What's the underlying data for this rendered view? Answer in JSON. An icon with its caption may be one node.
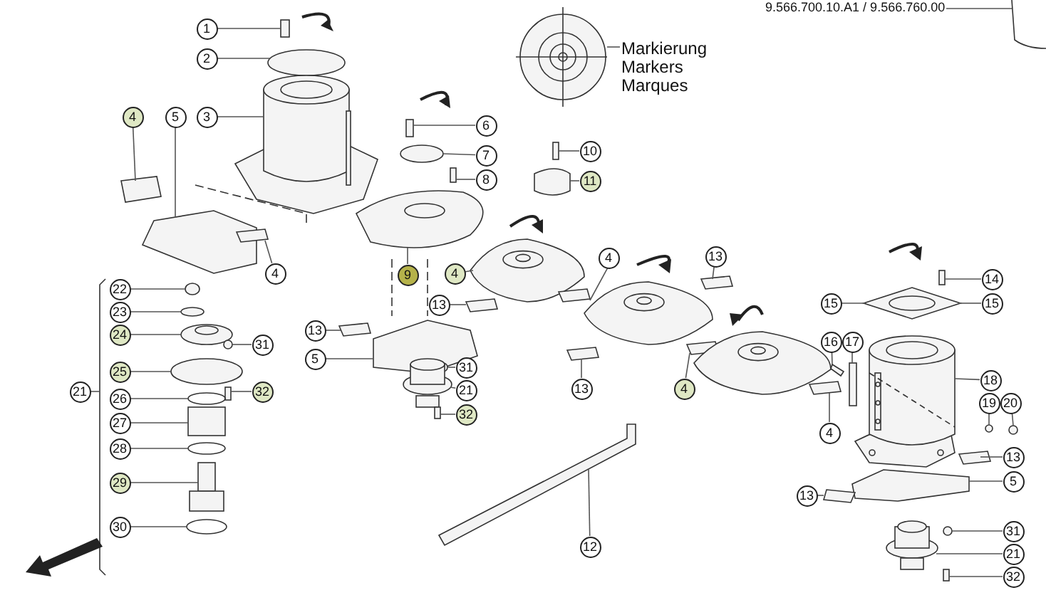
{
  "diagram": {
    "nodes": [
      {
        "text": [
          "1"
        ]
      },
      {
        "text": [
          "2"
        ]
      },
      {
        "text": [
          "3"
        ]
      },
      {
        "text": [
          "4"
        ]
      },
      {
        "text": [
          "5"
        ]
      },
      {
        "text": [
          "6"
        ]
      },
      {
        "text": [
          "7"
        ]
      },
      {
        "text": [
          "8"
        ]
      },
      {
        "text": [
          "10"
        ]
      },
      {
        "text": [
          "11"
        ]
      },
      {
        "text": [
          "4"
        ]
      },
      {
        "text": [
          "9"
        ]
      },
      {
        "text": [
          "4"
        ]
      },
      {
        "text": [
          "4"
        ]
      },
      {
        "text": [
          "13"
        ]
      },
      {
        "text": [
          "14"
        ]
      },
      {
        "text": [
          "15"
        ]
      },
      {
        "text": [
          "15"
        ]
      },
      {
        "text": [
          "22"
        ]
      },
      {
        "text": [
          "23"
        ]
      },
      {
        "text": [
          "24"
        ]
      },
      {
        "text": [
          "13"
        ]
      },
      {
        "text": [
          "13"
        ]
      },
      {
        "text": [
          "16"
        ]
      },
      {
        "text": [
          "17"
        ]
      },
      {
        "text": [
          "31"
        ]
      },
      {
        "text": [
          "5"
        ]
      },
      {
        "text": [
          "31"
        ]
      },
      {
        "text": [
          "25"
        ]
      },
      {
        "text": [
          "18"
        ]
      },
      {
        "text": [
          "13"
        ]
      },
      {
        "text": [
          "4"
        ]
      },
      {
        "text": [
          "21"
        ]
      },
      {
        "text": [
          "32"
        ]
      },
      {
        "text": [
          "21"
        ]
      },
      {
        "text": [
          "26"
        ]
      },
      {
        "text": [
          "19"
        ]
      },
      {
        "text": [
          "20"
        ]
      },
      {
        "text": [
          "32"
        ]
      },
      {
        "text": [
          "27"
        ]
      },
      {
        "text": [
          "4"
        ]
      },
      {
        "text": [
          "28"
        ]
      },
      {
        "text": [
          "13"
        ]
      },
      {
        "text": [
          "5"
        ]
      },
      {
        "text": [
          "29"
        ]
      },
      {
        "text": [
          "13"
        ]
      },
      {
        "text": [
          "30"
        ]
      },
      {
        "text": [
          "31"
        ]
      },
      {
        "text": [
          "12"
        ]
      },
      {
        "text": [
          "21"
        ]
      },
      {
        "text": [
          "32"
        ]
      },
      {
        "text": [
          "Markierung",
          "Markers",
          "Marques"
        ]
      },
      {
        "text": [
          "9.566.700.10.A1 / 9.566.760.00"
        ]
      },
      {
        "text": [],
        "shape": "box"
      },
      {
        "text": [],
        "shape": "circle"
      },
      {
        "text": [],
        "shape": "picture"
      },
      {
        "text": [],
        "shape": "picture"
      },
      {
        "text": [],
        "shape": "picture"
      },
      {
        "text": [],
        "shape": "picture"
      },
      {
        "text": [],
        "shape": "box"
      },
      {
        "text": [],
        "shape": "circle"
      },
      {
        "text": [],
        "shape": "box"
      },
      {
        "text": [],
        "shape": "picture"
      },
      {
        "text": [],
        "shape": "box"
      },
      {
        "text": [],
        "shape": "picture"
      },
      {
        "text": [],
        "shape": "picture"
      },
      {
        "text": [],
        "shape": "picture"
      },
      {
        "text": [],
        "shape": "picture"
      },
      {
        "text": [],
        "shape": "box"
      },
      {
        "text": [],
        "shape": "picture"
      },
      {
        "text": [],
        "shape": "circle"
      },
      {
        "text": [],
        "shape": "circle"
      },
      {
        "text": [],
        "shape": "picture"
      },
      {
        "text": [],
        "shape": "picture"
      },
      {
        "text": [],
        "shape": "picture"
      },
      {
        "text": [],
        "shape": "picture"
      },
      {
        "text": [],
        "shape": "box"
      },
      {
        "text": [],
        "shape": "circle"
      },
      {
        "text": [],
        "shape": "picture"
      },
      {
        "text": [],
        "shape": "circle"
      },
      {
        "text": [],
        "shape": "circle"
      },
      {
        "text": [],
        "shape": "picture"
      },
      {
        "text": [],
        "shape": "picture"
      },
      {
        "text": [],
        "shape": "picture"
      },
      {
        "text": [],
        "shape": "box"
      },
      {
        "text": [],
        "shape": "picture"
      },
      {
        "text": [],
        "shape": "circle"
      },
      {
        "text": [],
        "shape": "circle"
      },
      {
        "text": [],
        "shape": "circle"
      },
      {
        "text": [],
        "shape": "box"
      },
      {
        "text": [],
        "shape": "box"
      },
      {
        "text": [],
        "shape": "picture"
      },
      {
        "text": [],
        "shape": "circle"
      },
      {
        "text": [],
        "shape": "picture"
      },
      {
        "text": [],
        "shape": "picture"
      },
      {
        "text": [],
        "shape": "picture"
      },
      {
        "text": [],
        "shape": "picture"
      },
      {
        "text": [],
        "shape": "circle"
      },
      {
        "text": [],
        "shape": "circle"
      },
      {
        "text": [],
        "shape": "picture"
      },
      {
        "text": [],
        "shape": "picture"
      },
      {
        "text": [],
        "shape": "box"
      },
      {
        "text": [],
        "shape": "picture"
      },
      {
        "text": [],
        "shape": "picture"
      },
      {
        "text": [],
        "shape": "picture"
      },
      {
        "text": [],
        "shape": "picture"
      },
      {
        "text": [],
        "shape": "bracket"
      }
    ],
    "edges": [
      {
        "from": 0,
        "to": 53,
        "arrow": "none"
      },
      {
        "from": 1,
        "to": 54,
        "arrow": "none"
      },
      {
        "from": 2,
        "to": 55,
        "arrow": "none"
      },
      {
        "from": 3,
        "to": 56,
        "arrow": "none"
      },
      {
        "from": 4,
        "to": 57,
        "arrow": "none"
      },
      {
        "from": 5,
        "to": 59,
        "arrow": "none"
      },
      {
        "from": 6,
        "to": 60,
        "arrow": "none"
      },
      {
        "from": 7,
        "to": 61,
        "arrow": "none"
      },
      {
        "from": 8,
        "to": 63,
        "arrow": "none"
      },
      {
        "from": 9,
        "to": 64,
        "arrow": "none"
      },
      {
        "from": 10,
        "to": 58,
        "arrow": "none"
      },
      {
        "from": 11,
        "to": 62,
        "arrow": "none"
      },
      {
        "from": 12,
        "to": 65,
        "arrow": "none"
      },
      {
        "from": 13,
        "to": 66,
        "arrow": "none"
      },
      {
        "from": 14,
        "to": 67,
        "arrow": "none"
      },
      {
        "from": 15,
        "to": 68,
        "arrow": "none"
      },
      {
        "from": 16,
        "to": 69,
        "arrow": "none"
      },
      {
        "from": 17,
        "to": 69,
        "arrow": "none"
      },
      {
        "from": 18,
        "to": 70,
        "arrow": "none"
      },
      {
        "from": 19,
        "to": 71,
        "arrow": "none"
      },
      {
        "from": 20,
        "to": 72,
        "arrow": "none"
      },
      {
        "from": 21,
        "to": 73,
        "arrow": "none"
      },
      {
        "from": 22,
        "to": 74,
        "arrow": "none"
      },
      {
        "from": 23,
        "to": 75,
        "arrow": "none"
      },
      {
        "from": 24,
        "to": 76,
        "arrow": "none"
      },
      {
        "from": 25,
        "to": 77,
        "arrow": "none"
      },
      {
        "from": 26,
        "to": 78,
        "arrow": "none"
      },
      {
        "from": 27,
        "to": 79,
        "arrow": "none"
      },
      {
        "from": 28,
        "to": 80,
        "arrow": "none"
      },
      {
        "from": 29,
        "to": 81,
        "arrow": "none"
      },
      {
        "from": 30,
        "to": 82,
        "arrow": "none"
      },
      {
        "from": 31,
        "to": 83,
        "arrow": "none"
      },
      {
        "from": 32,
        "to": 106,
        "arrow": "none"
      },
      {
        "from": 33,
        "to": 84,
        "arrow": "none"
      },
      {
        "from": 34,
        "to": 85,
        "arrow": "none"
      },
      {
        "from": 35,
        "to": 86,
        "arrow": "none"
      },
      {
        "from": 36,
        "to": 87,
        "arrow": "none"
      },
      {
        "from": 37,
        "to": 88,
        "arrow": "none"
      },
      {
        "from": 38,
        "to": 89,
        "arrow": "none"
      },
      {
        "from": 39,
        "to": 90,
        "arrow": "none"
      },
      {
        "from": 40,
        "to": 91,
        "arrow": "none"
      },
      {
        "from": 41,
        "to": 92,
        "arrow": "none"
      },
      {
        "from": 42,
        "to": 93,
        "arrow": "none"
      },
      {
        "from": 43,
        "to": 94,
        "arrow": "none"
      },
      {
        "from": 44,
        "to": 95,
        "arrow": "none"
      },
      {
        "from": 45,
        "to": 96,
        "arrow": "none"
      },
      {
        "from": 46,
        "to": 97,
        "arrow": "none"
      },
      {
        "from": 47,
        "to": 98,
        "arrow": "none"
      },
      {
        "from": 48,
        "to": 99,
        "arrow": "none"
      },
      {
        "from": 49,
        "to": 100,
        "arrow": "none"
      },
      {
        "from": 50,
        "to": 101,
        "arrow": "none"
      },
      {
        "from": 51,
        "to": 102,
        "arrow": "none"
      },
      {
        "from": 52,
        "to": 103,
        "arrow": "none"
      }
    ]
  }
}
